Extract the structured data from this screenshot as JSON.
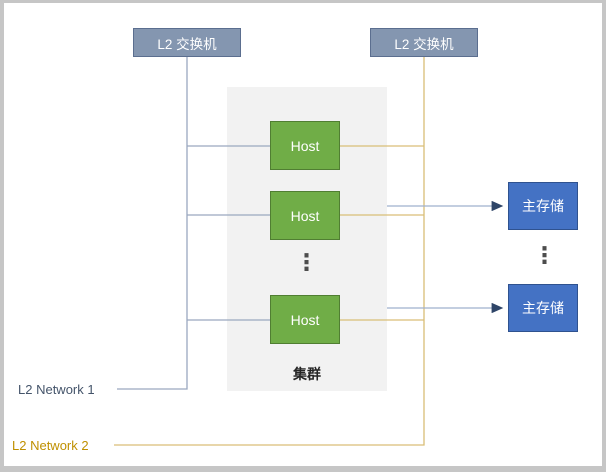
{
  "diagram": {
    "switches": [
      {
        "label": "L2 交换机"
      },
      {
        "label": "L2 交换机"
      }
    ],
    "cluster": {
      "label": "集群",
      "hosts": [
        {
          "label": "Host"
        },
        {
          "label": "Host"
        },
        {
          "label": "Host"
        }
      ],
      "ellipsis": "⋮"
    },
    "storages": [
      {
        "label": "主存储"
      },
      {
        "label": "主存储"
      }
    ],
    "storage_ellipsis": "⋮",
    "network_labels": [
      {
        "label": "L2 Network 1"
      },
      {
        "label": "L2 Network 2"
      }
    ],
    "colors": {
      "network1_line": "#9aa8bf",
      "network2_line": "#d9be77",
      "arrow_line": "#9fb1ce",
      "arrow_head": "#2e4568",
      "switch_fill": "#8496b0",
      "switch_border": "#5b6e8f",
      "host_fill": "#70ad47",
      "host_border": "#507e32",
      "storage_fill": "#4472c4",
      "storage_border": "#2f528f",
      "cluster_fill": "#f2f2f2",
      "network1_text": "#44546a",
      "network2_text": "#bf9000"
    }
  }
}
